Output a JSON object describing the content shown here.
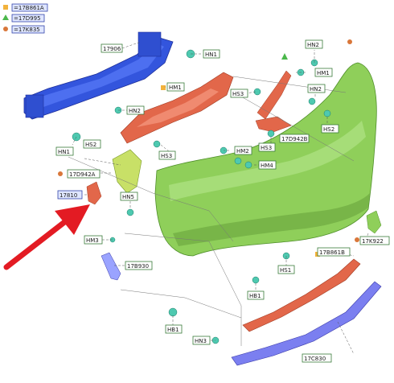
{
  "legend": [
    {
      "label": "=17B861A",
      "marker": "square",
      "color": "#f2b23c"
    },
    {
      "label": "=17D995",
      "marker": "triangle",
      "color": "#4bb84b"
    },
    {
      "label": "=17K835",
      "marker": "circle",
      "color": "#d9773a"
    }
  ],
  "callouts": {
    "c17906": "17906",
    "hn1_top": "HN1",
    "hm1": "HM1",
    "hn2_top": "HN2",
    "hm1_right": "HM1",
    "hs3_top": "HS3",
    "hn2_left": "HN2",
    "hn2_right": "HN2",
    "hn1_left": "HN1",
    "hs2_left": "HS2",
    "hs3_mid": "HS3",
    "hs3_right": "HS3",
    "c17d942b": "17D942B",
    "hs2_right": "HS2",
    "hm2": "HM2",
    "hm4": "HM4",
    "c17d942a": "17D942A",
    "c17810": "17810",
    "hn5": "HN5",
    "hm3": "HM3",
    "c17b930": "17B930",
    "hs1": "HS1",
    "hb1_mid": "HB1",
    "hb1_bottom": "HB1",
    "hn3": "HN3",
    "c17b861b": "17B861B",
    "c17k922": "17K922",
    "c17c830": "17C830"
  },
  "colors": {
    "bumper": "#8fcf5a",
    "reinforcement": "#3355dd",
    "bracket": "#e2674a",
    "clip": "#4ec9b0",
    "arrow": "#e31b23",
    "strip_lower": "#7b7ff0"
  }
}
